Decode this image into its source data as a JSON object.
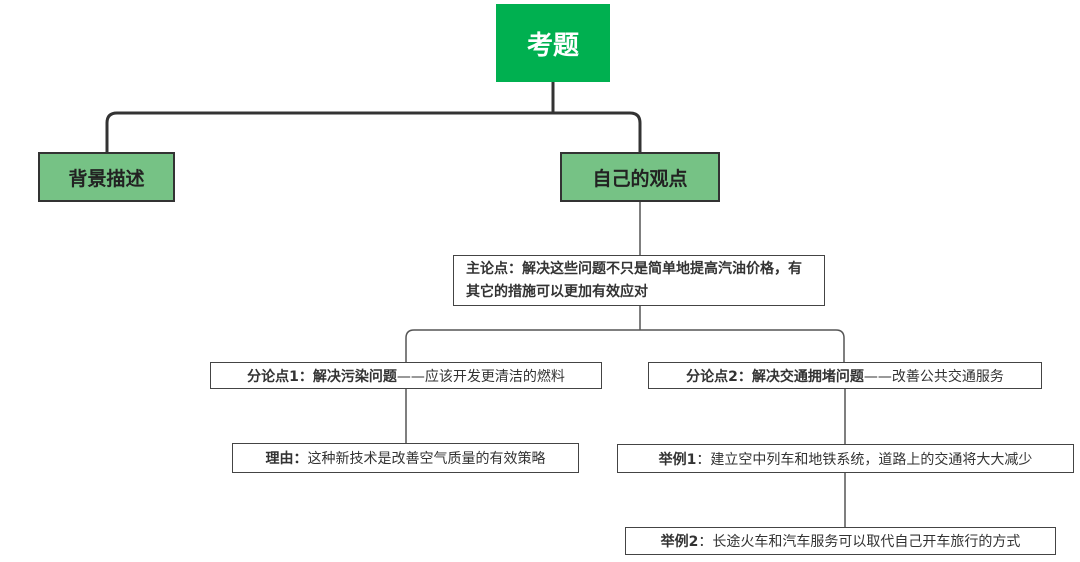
{
  "root": {
    "title": "考题"
  },
  "level1": {
    "background": "背景描述",
    "opinion": "自己的观点"
  },
  "main_point": {
    "label": "主论点：",
    "text": "解决这些问题不只是简单地提高汽油价格，有其它的措施可以更加有效应对"
  },
  "sub_point_1": {
    "label": "分论点1：解决污染问题",
    "text": "——应该开发更清洁的燃料"
  },
  "sub_point_2": {
    "label": "分论点2：解决交通拥堵问题",
    "text": "——改善公共交通服务"
  },
  "reason": {
    "label": "理由：",
    "text": "这种新技术是改善空气质量的有效策略"
  },
  "example_1": {
    "label": "举例1",
    "text": "：建立空中列车和地铁系统，道路上的交通将大大减少"
  },
  "example_2": {
    "label": "举例2",
    "text": "：长途火车和汽车服务可以取代自己开车旅行的方式"
  },
  "colors": {
    "root": "#00b050",
    "level1": "#76c285"
  }
}
